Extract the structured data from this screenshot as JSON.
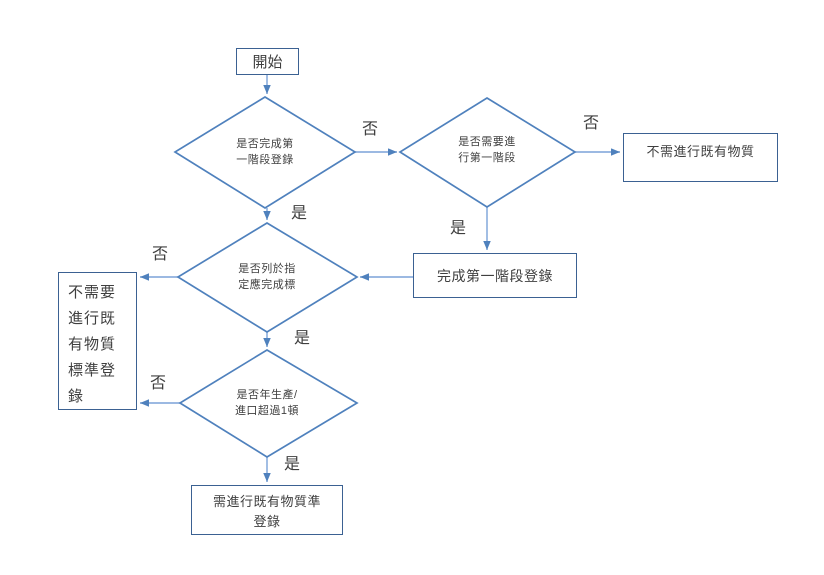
{
  "edge_labels": {
    "yes": "是",
    "no": "否"
  },
  "colors": {
    "diamond_stroke": "#4f81bd",
    "box_stroke": "#3b6192",
    "connector": "#7ba2d8",
    "arrowhead": "#4f81bd",
    "text": "#3f3f3f"
  },
  "nodes": {
    "start": {
      "label": "開始"
    },
    "check_stage1_done": {
      "line1": "是否完成第",
      "line2": "一階段登錄"
    },
    "check_need_stage1": {
      "line1": "是否需要進",
      "line2": "行第一階段"
    },
    "no_need_existing_substance": {
      "label": "不需進行既有物質"
    },
    "complete_stage1": {
      "label": "完成第一階段登錄"
    },
    "check_listed_designated": {
      "line1": "是否列於指",
      "line2": "定應完成標"
    },
    "no_need_standard_registration": {
      "lines": [
        "不需要",
        "進行既",
        "有物質",
        "標準登",
        "錄"
      ]
    },
    "check_tonnage": {
      "line1": "是否年生產/",
      "line2": "進口超過1頓"
    },
    "need_registration": {
      "line1": "需進行既有物質準",
      "line2": "登錄"
    }
  }
}
